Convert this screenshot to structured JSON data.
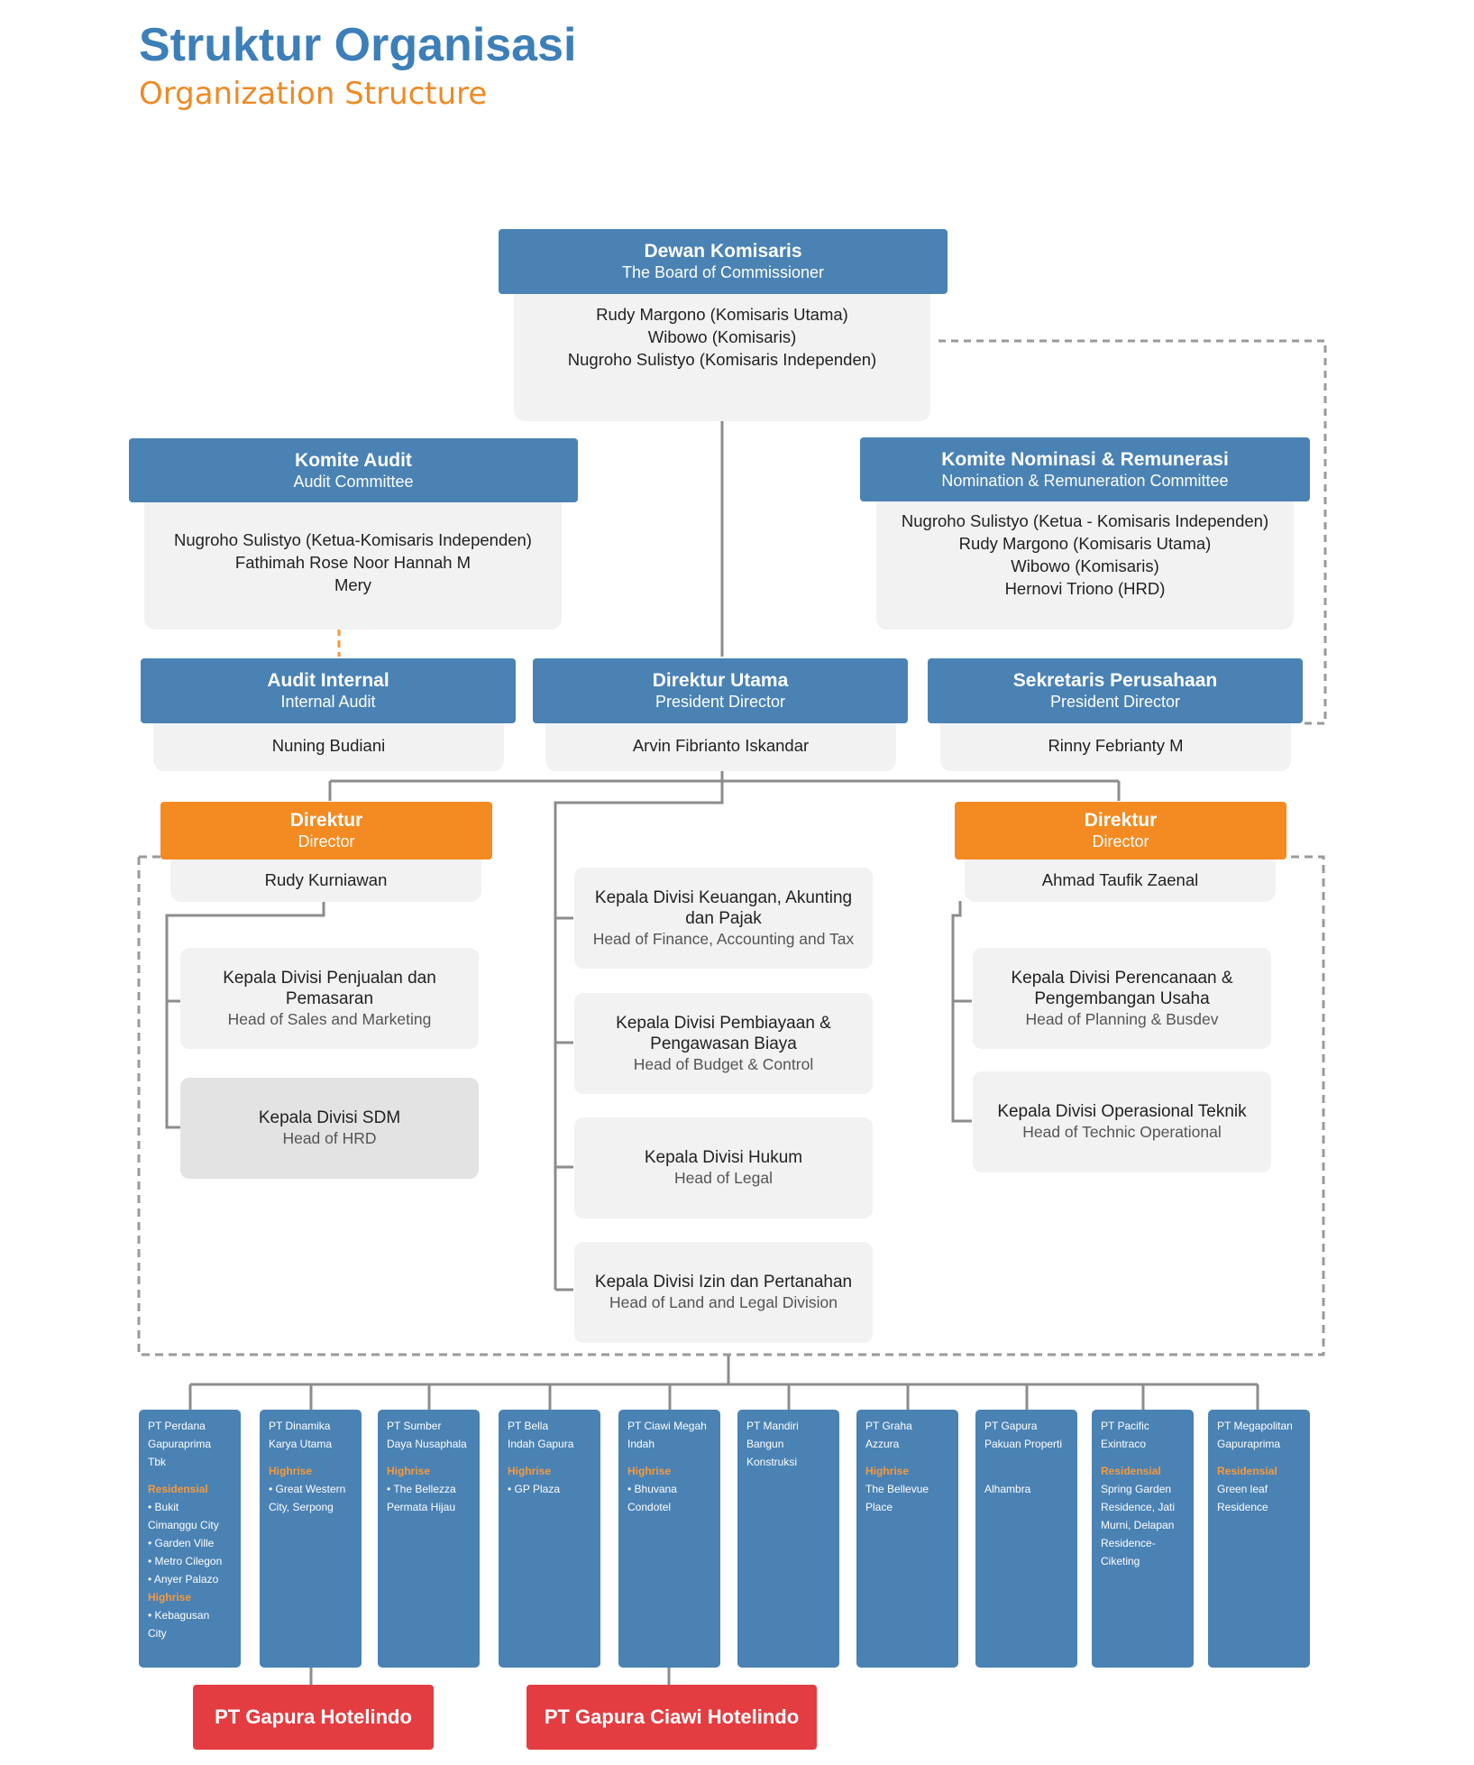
{
  "title": "Struktur Organisasi",
  "subtitle": "Organization Structure",
  "board": {
    "title": "Dewan Komisaris",
    "subtitle": "The Board of Commissioner",
    "members": [
      "Rudy Margono (Komisaris Utama)",
      "Wibowo (Komisaris)",
      "Nugroho Sulistyo (Komisaris Independen)"
    ]
  },
  "audit_committee": {
    "title": "Komite Audit",
    "subtitle": "Audit Committee",
    "members": [
      "Nugroho Sulistyo (Ketua-Komisaris Independen)",
      "Fathimah Rose Noor Hannah M",
      "Mery"
    ]
  },
  "nomination_committee": {
    "title": "Komite Nominasi & Remunerasi",
    "subtitle": "Nomination & Remuneration Committee",
    "members": [
      "Nugroho Sulistyo (Ketua - Komisaris Independen)",
      "Rudy Margono (Komisaris Utama)",
      "Wibowo (Komisaris)",
      "Hernovi Triono (HRD)"
    ]
  },
  "internal_audit": {
    "title": "Audit Internal",
    "subtitle": "Internal Audit",
    "name": "Nuning Budiani"
  },
  "president_director": {
    "title": "Direktur Utama",
    "subtitle": "President Director",
    "name": "Arvin Fibrianto Iskandar"
  },
  "corporate_secretary": {
    "title": "Sekretaris Perusahaan",
    "subtitle": "President Director",
    "name": "Rinny Febrianty M"
  },
  "director_left": {
    "title": "Direktur",
    "subtitle": "Director",
    "name": "Rudy Kurniawan"
  },
  "director_right": {
    "title": "Direktur",
    "subtitle": "Director",
    "name": "Ahmad Taufik Zaenal"
  },
  "divisions_left": [
    {
      "id": "Kepala Divisi Penjualan dan Pemasaran",
      "en": "Head of Sales and Marketing"
    },
    {
      "id": "Kepala Divisi SDM",
      "en": "Head of HRD"
    }
  ],
  "divisions_center": [
    {
      "id": "Kepala Divisi Keuangan, Akunting dan Pajak",
      "en": "Head of Finance, Accounting and Tax"
    },
    {
      "id": "Kepala Divisi Pembiayaan & Pengawasan Biaya",
      "en": "Head of Budget & Control"
    },
    {
      "id": "Kepala Divisi Hukum",
      "en": "Head of Legal"
    },
    {
      "id": "Kepala Divisi Izin dan Pertanahan",
      "en": "Head of Land and Legal Division"
    }
  ],
  "divisions_right": [
    {
      "id": "Kepala Divisi Perencanaan & Pengembangan Usaha",
      "en": "Head of Planning & Busdev"
    },
    {
      "id": "Kepala Divisi Operasional Teknik",
      "en": "Head of Technic Operational"
    }
  ],
  "subsidiaries": [
    {
      "name": [
        "PT Perdana",
        "Gapuraprima",
        "Tbk"
      ],
      "groups": [
        {
          "category": "Residensial",
          "items": [
            "• Bukit",
            "Cimanggu City",
            "• Garden Ville",
            "• Metro Cilegon",
            "• Anyer Palazo"
          ]
        },
        {
          "category": "Highrise",
          "items": [
            "• Kebagusan",
            "City"
          ]
        }
      ]
    },
    {
      "name": [
        "PT Dinamika",
        "Karya Utama"
      ],
      "groups": [
        {
          "category": "Highrise",
          "items": [
            "• Great Western",
            "City, Serpong"
          ]
        }
      ]
    },
    {
      "name": [
        "PT Sumber",
        "Daya Nusaphala"
      ],
      "groups": [
        {
          "category": "Highrise",
          "items": [
            "• The Bellezza",
            "Permata Hijau"
          ]
        }
      ]
    },
    {
      "name": [
        "PT Bella",
        "Indah Gapura"
      ],
      "groups": [
        {
          "category": "Highrise",
          "items": [
            "• GP Plaza"
          ]
        }
      ]
    },
    {
      "name": [
        "PT Ciawi Megah",
        "Indah"
      ],
      "groups": [
        {
          "category": "Highrise",
          "items": [
            "• Bhuvana",
            "Condotel"
          ]
        }
      ]
    },
    {
      "name": [
        "PT Mandiri",
        "Bangun",
        "Konstruksi"
      ],
      "groups": []
    },
    {
      "name": [
        "PT Graha",
        "Azzura"
      ],
      "groups": [
        {
          "category": "Highrise",
          "items": [
            "The Bellevue",
            "Place"
          ]
        }
      ]
    },
    {
      "name": [
        "PT Gapura",
        "Pakuan Properti"
      ],
      "groups": [
        {
          "category": "",
          "items": [
            "Alhambra"
          ]
        }
      ]
    },
    {
      "name": [
        "PT Pacific",
        "Exintraco"
      ],
      "groups": [
        {
          "category": "Residensial",
          "items": [
            "Spring Garden",
            "Residence, Jati",
            "Murni, Delapan",
            "Residence-",
            "Ciketing"
          ]
        }
      ]
    },
    {
      "name": [
        "PT Megapolitan",
        "Gapuraprima"
      ],
      "groups": [
        {
          "category": "Residensial",
          "items": [
            "Green leaf",
            "Residence"
          ]
        }
      ]
    }
  ],
  "hotels": [
    "PT Gapura Hotelindo",
    "PT Gapura Ciawi Hotelindo"
  ],
  "colors": {
    "header_blue": "#4a82b4",
    "director_orange": "#f38b22",
    "hotel_red": "#e33d41",
    "title_blue": "#3d7fb8",
    "subtitle_orange": "#ee8a25"
  }
}
